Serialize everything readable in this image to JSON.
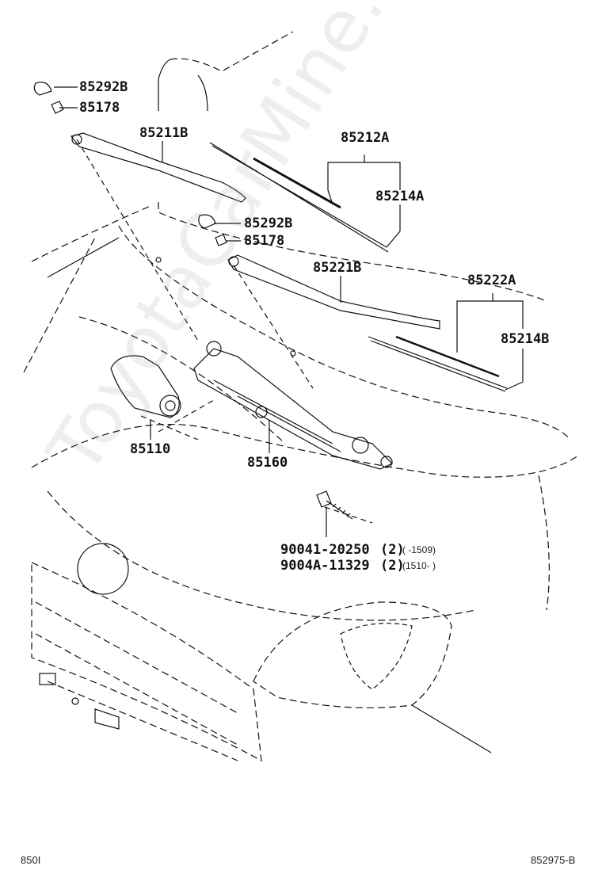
{
  "parts": {
    "p85292B_top": "85292B",
    "p85178_top": "85178",
    "p85211B": "85211B",
    "p85212A": "85212A",
    "p85214A": "85214A",
    "p85292B_mid": "85292B",
    "p85178_mid": "85178",
    "p85221B": "85221B",
    "p85222A": "85222A",
    "p85214B": "85214B",
    "p85110": "85110",
    "p85160": "85160",
    "bolt_1": "90041-20250",
    "bolt_1_qty": "(2)",
    "bolt_1_range": "(    -1509)",
    "bolt_2": "9004A-11329",
    "bolt_2_qty": "(2)",
    "bolt_2_range": "(1510-    )"
  },
  "footer": {
    "left_code": "850I",
    "right_code": "852975-B"
  },
  "watermark": "ToyotaCarMine.ru"
}
